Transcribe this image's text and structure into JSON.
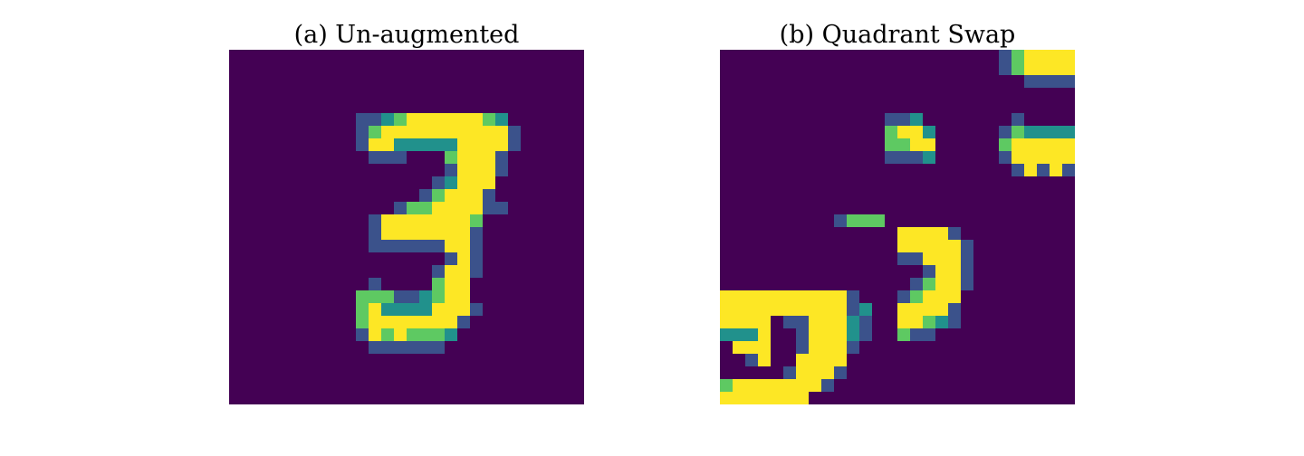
{
  "figure": {
    "panels": [
      {
        "title": "(a) Un-augmented",
        "image": "mnist-digit-3-original"
      },
      {
        "title": "(b) Quadrant Swap",
        "image": "mnist-digit-3-quadrant-swapped"
      }
    ],
    "colormap": [
      "#440154",
      "#3b528b",
      "#21918c",
      "#5ec962",
      "#fde725"
    ],
    "image_size": 28
  }
}
